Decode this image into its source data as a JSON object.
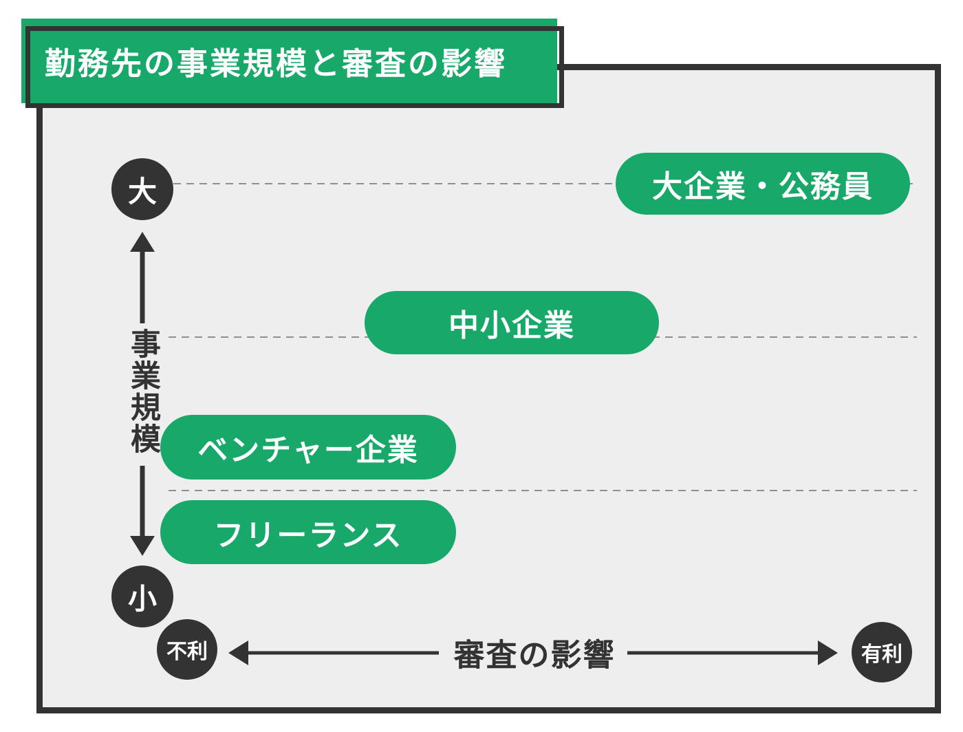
{
  "title": {
    "text": "勤務先の事業規模と審査の影響"
  },
  "y_axis": {
    "label": "事業規模",
    "top_label": "大",
    "bottom_label": "小"
  },
  "x_axis": {
    "label": "審査の影響",
    "left_label": "不利",
    "right_label": "有利"
  },
  "items": [
    {
      "label": "大企業・公務員"
    },
    {
      "label": "中小企業"
    },
    {
      "label": "ベンチャー企業"
    },
    {
      "label": "フリーランス"
    }
  ],
  "colors": {
    "accent_green": "#17a86a",
    "dark": "#333333",
    "panel_background": "#eeeeee",
    "dashed_line": "#8f8f8f",
    "text_on_green": "#ffffff"
  }
}
